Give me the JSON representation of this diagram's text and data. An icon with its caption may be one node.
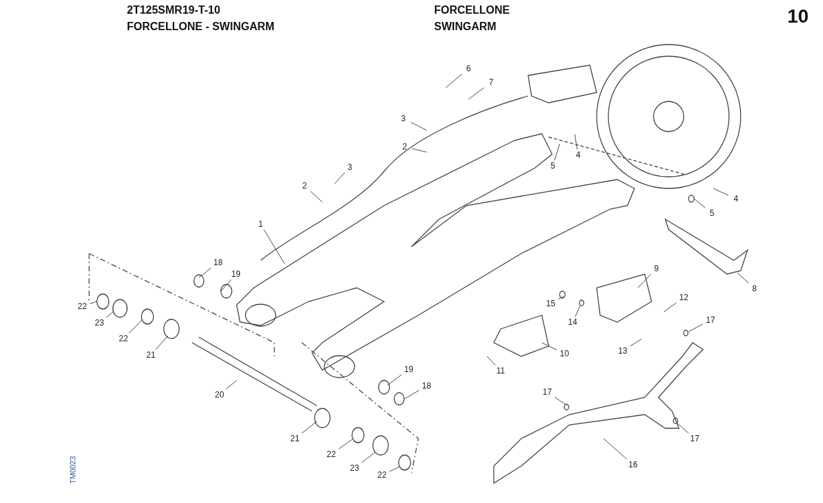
{
  "diagram": {
    "nodes": [
      {
        "text": [
          "6"
        ]
      },
      {
        "text": [
          "7"
        ]
      },
      {
        "text": [
          "3"
        ]
      },
      {
        "text": [
          "2"
        ]
      },
      {
        "text": [
          "4"
        ]
      },
      {
        "text": [
          "5"
        ]
      },
      {
        "text": [
          "3"
        ]
      },
      {
        "text": [
          "2"
        ]
      },
      {
        "text": [
          "4"
        ]
      },
      {
        "text": [
          "5"
        ]
      },
      {
        "text": [
          "1"
        ]
      },
      {
        "text": [
          "18"
        ]
      },
      {
        "text": [
          "19"
        ]
      },
      {
        "text": [
          "9"
        ]
      },
      {
        "text": [
          "8"
        ]
      },
      {
        "text": [
          "12"
        ]
      },
      {
        "text": [
          "15"
        ]
      },
      {
        "text": [
          "22"
        ]
      },
      {
        "text": [
          "14"
        ]
      },
      {
        "text": [
          "17"
        ]
      },
      {
        "text": [
          "23"
        ]
      },
      {
        "text": [
          "22"
        ]
      },
      {
        "text": [
          "13"
        ]
      },
      {
        "text": [
          "21"
        ]
      },
      {
        "text": [
          "10"
        ]
      },
      {
        "text": [
          "11"
        ]
      },
      {
        "text": [
          "19"
        ]
      },
      {
        "text": [
          "20"
        ]
      },
      {
        "text": [
          "18"
        ]
      },
      {
        "text": [
          "17"
        ]
      },
      {
        "text": [
          "21"
        ]
      },
      {
        "text": [
          "17"
        ]
      },
      {
        "text": [
          "22"
        ]
      },
      {
        "text": [
          "16"
        ]
      },
      {
        "text": [
          "23"
        ]
      },
      {
        "text": [
          "22"
        ]
      }
    ],
    "edges": [
      {
        "from": 0,
        "to": null,
        "arrow": "none"
      },
      {
        "from": 1,
        "to": null,
        "arrow": "none"
      },
      {
        "from": 2,
        "to": null,
        "arrow": "none"
      },
      {
        "from": 3,
        "to": null,
        "arrow": "none"
      },
      {
        "from": 4,
        "to": null,
        "arrow": "none"
      },
      {
        "from": 5,
        "to": null,
        "arrow": "none"
      },
      {
        "from": 6,
        "to": null,
        "arrow": "none"
      },
      {
        "from": 7,
        "to": null,
        "arrow": "none"
      },
      {
        "from": 8,
        "to": null,
        "arrow": "none"
      },
      {
        "from": 9,
        "to": null,
        "arrow": "none"
      },
      {
        "from": 10,
        "to": null,
        "arrow": "none"
      },
      {
        "from": 11,
        "to": null,
        "arrow": "none"
      },
      {
        "from": 12,
        "to": null,
        "arrow": "none"
      },
      {
        "from": 13,
        "to": null,
        "arrow": "none"
      },
      {
        "from": 14,
        "to": null,
        "arrow": "none"
      },
      {
        "from": 15,
        "to": null,
        "arrow": "none"
      },
      {
        "from": 16,
        "to": null,
        "arrow": "none"
      },
      {
        "from": 17,
        "to": null,
        "arrow": "none"
      },
      {
        "from": 18,
        "to": null,
        "arrow": "none"
      },
      {
        "from": 19,
        "to": null,
        "arrow": "none"
      },
      {
        "from": 20,
        "to": null,
        "arrow": "none"
      },
      {
        "from": 21,
        "to": null,
        "arrow": "none"
      },
      {
        "from": 22,
        "to": null,
        "arrow": "none"
      },
      {
        "from": 23,
        "to": null,
        "arrow": "none"
      },
      {
        "from": 24,
        "to": null,
        "arrow": "none"
      },
      {
        "from": 25,
        "to": null,
        "arrow": "none"
      },
      {
        "from": 26,
        "to": null,
        "arrow": "none"
      },
      {
        "from": 27,
        "to": null,
        "arrow": "none"
      },
      {
        "from": 28,
        "to": null,
        "arrow": "none"
      },
      {
        "from": 29,
        "to": null,
        "arrow": "none"
      },
      {
        "from": 30,
        "to": null,
        "arrow": "none"
      },
      {
        "from": 31,
        "to": null,
        "arrow": "none"
      },
      {
        "from": 32,
        "to": null,
        "arrow": "none"
      },
      {
        "from": 33,
        "to": null,
        "arrow": "none"
      },
      {
        "from": 34,
        "to": null,
        "arrow": "none"
      },
      {
        "from": 35,
        "to": null,
        "arrow": "none"
      }
    ],
    "labels": [
      "2T125SMR19-T-10",
      "FORCELLONE - SWINGARM",
      "FORCELLONE",
      "SWINGARM",
      "10",
      "TM0023"
    ]
  }
}
